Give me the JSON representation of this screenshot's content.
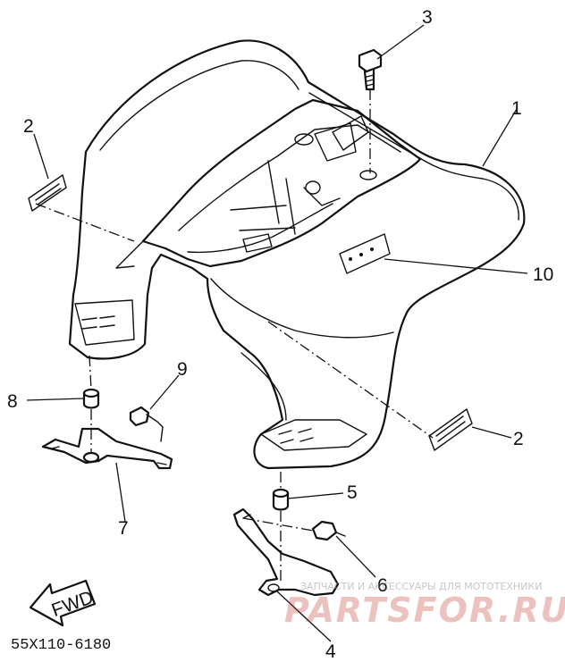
{
  "callouts": {
    "c1": "1",
    "c2a": "2",
    "c2b": "2",
    "c3": "3",
    "c4": "4",
    "c5": "5",
    "c6": "6",
    "c7": "7",
    "c8": "8",
    "c9": "9",
    "c10": "10"
  },
  "direction_arrow_label": "FWD",
  "drawing_code": "55X110-6180",
  "watermark": {
    "caption": "ЗАПЧАСТИ И АКСЕССУАРЫ ДЛЯ МОТОТЕХНИКИ",
    "logo": "PARTSFOR.RU"
  }
}
